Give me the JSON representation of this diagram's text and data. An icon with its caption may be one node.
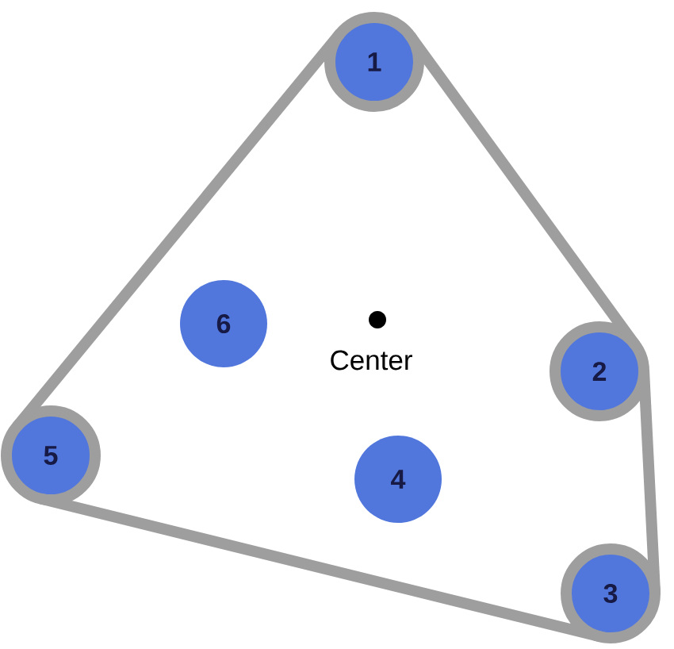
{
  "diagram": {
    "nodes": [
      {
        "text": [
          "1"
        ]
      },
      {
        "text": [
          "2"
        ]
      },
      {
        "text": [
          "3"
        ]
      },
      {
        "text": [
          "4"
        ]
      },
      {
        "text": [
          "5"
        ]
      },
      {
        "text": [
          "6"
        ]
      }
    ],
    "edges": [
      {
        "from": 0,
        "to": 1,
        "arrow": "none"
      },
      {
        "from": 1,
        "to": 2,
        "arrow": "none"
      },
      {
        "from": 2,
        "to": 4,
        "arrow": "none"
      },
      {
        "from": 4,
        "to": 0,
        "arrow": "none"
      }
    ],
    "labels": [
      "Center"
    ]
  }
}
